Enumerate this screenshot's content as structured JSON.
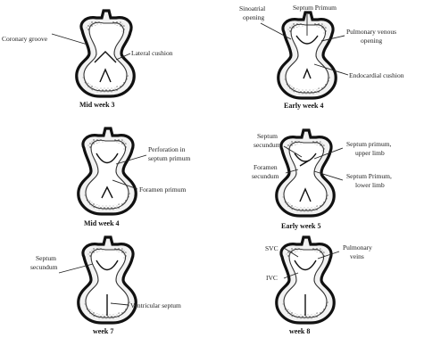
{
  "panels": [
    {
      "caption": "Mid week 3",
      "labels": [
        "Coronary groove",
        "Lateral cushion"
      ]
    },
    {
      "caption": "Early week 4",
      "labels": [
        "Sinoatrial opening",
        "Septum Primum",
        "Pulmonary venous opening",
        "Endocardial cushion"
      ]
    },
    {
      "caption": "Mid week 4",
      "labels": [
        "Perforation in septum primum",
        "Foramen primum"
      ]
    },
    {
      "caption": "Early week 5",
      "labels": [
        "Septum secundum",
        "Foramen secundum",
        "Septum primum, upper limb",
        "Septum Primum, lower limb"
      ]
    },
    {
      "caption": "week 7",
      "labels": [
        "Septum secundum",
        "Ventricular septum"
      ]
    },
    {
      "caption": "week 8",
      "labels": [
        "SVC",
        "IVC",
        "Pulmonary veins"
      ]
    }
  ]
}
